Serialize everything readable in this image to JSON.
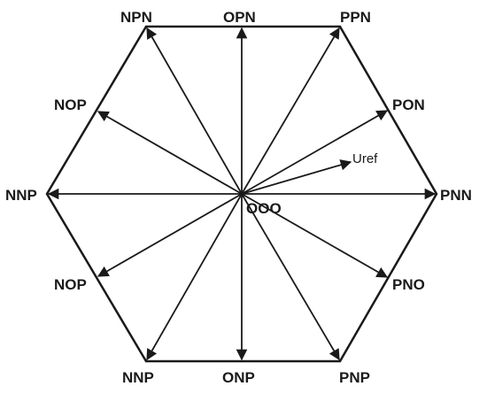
{
  "diagram": {
    "center_label": "OOO",
    "reference_label": "Uref",
    "colors": {
      "stroke": "#1a1a1a",
      "text": "#1a1a1a",
      "background": "#ffffff"
    },
    "vertex_labels": [
      {
        "id": "nnp-left",
        "label": "NNP"
      },
      {
        "id": "npn",
        "label": "NPN"
      },
      {
        "id": "ppn",
        "label": "PPN"
      },
      {
        "id": "pnn",
        "label": "PNN"
      },
      {
        "id": "pnp",
        "label": "PNP"
      },
      {
        "id": "nnp-bottom",
        "label": "NNP"
      }
    ],
    "edge_labels": [
      {
        "id": "opn",
        "label": "OPN"
      },
      {
        "id": "pon",
        "label": "PON"
      },
      {
        "id": "pno",
        "label": "PNO"
      },
      {
        "id": "onp",
        "label": "ONP"
      },
      {
        "id": "nop-lower",
        "label": "NOP"
      },
      {
        "id": "nop-upper",
        "label": "NOP"
      }
    ]
  }
}
